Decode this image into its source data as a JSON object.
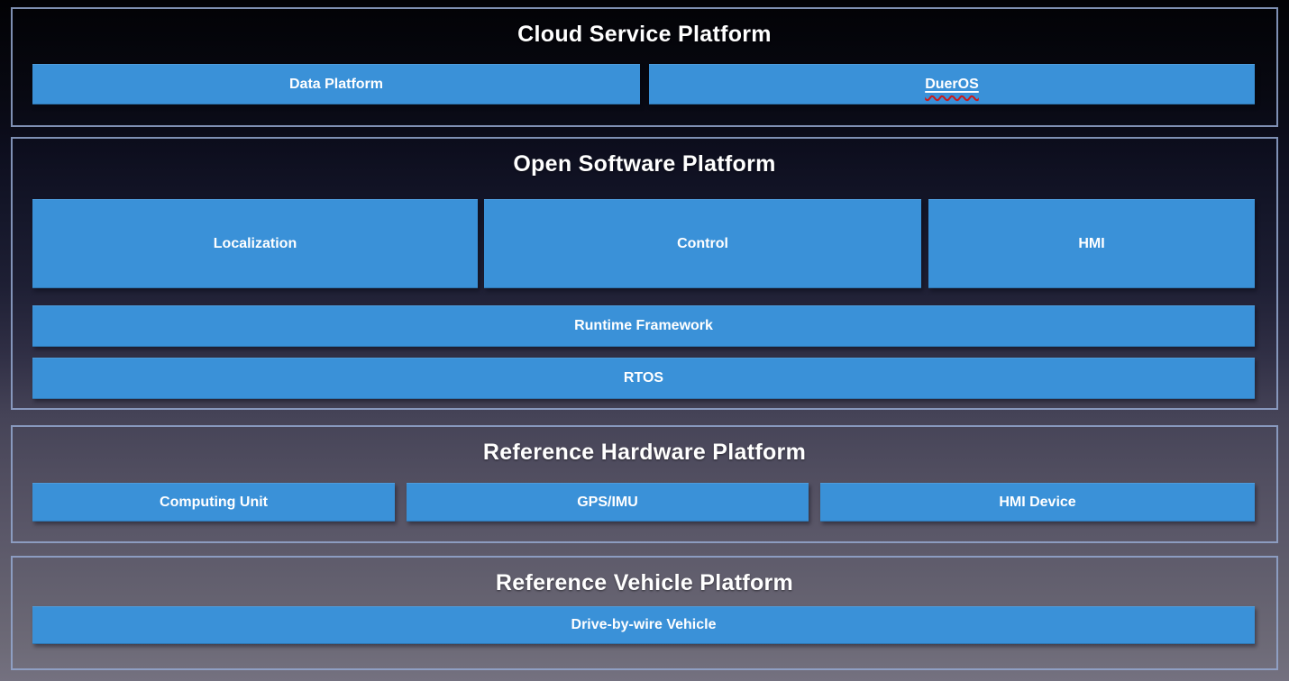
{
  "colors": {
    "box_blue": "#3a91d8",
    "frame_border": "#8ba2cc",
    "title_text": "#ffffff",
    "box_text": "#ffffff",
    "dueros_underline": "#ffffff",
    "spellcheck_squiggle": "#cc1a1a",
    "background_top": "#020205",
    "background_bottom": "#747180"
  },
  "sections": [
    {
      "title": "Cloud Service Platform",
      "rows": [
        [
          {
            "label": "Data Platform"
          },
          {
            "label": "DuerOS"
          }
        ]
      ]
    },
    {
      "title": "Open Software Platform",
      "rows": [
        [
          {
            "label": "Localization"
          },
          {
            "label": "Control"
          },
          {
            "label": "HMI"
          }
        ],
        [
          {
            "label": "Runtime Framework"
          }
        ],
        [
          {
            "label": "RTOS"
          }
        ]
      ]
    },
    {
      "title": "Reference Hardware Platform",
      "rows": [
        [
          {
            "label": "Computing Unit"
          },
          {
            "label": "GPS/IMU"
          },
          {
            "label": "HMI Device"
          }
        ]
      ]
    },
    {
      "title": "Reference Vehicle Platform",
      "rows": [
        [
          {
            "label": "Drive-by-wire Vehicle"
          }
        ]
      ]
    }
  ]
}
